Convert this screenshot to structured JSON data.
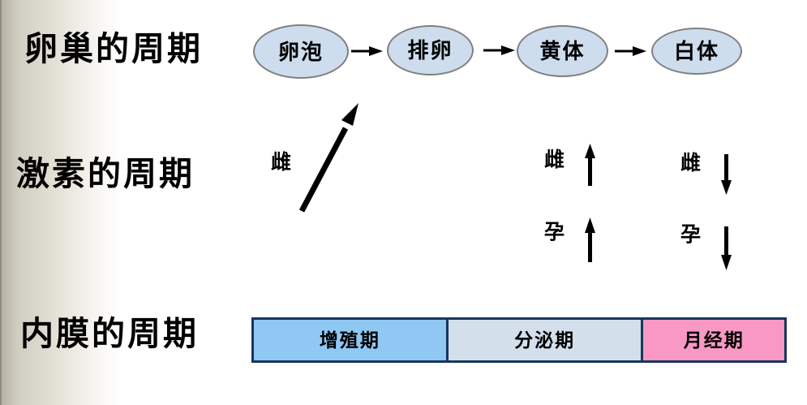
{
  "ovarian": {
    "title": "卵巢的周期",
    "stages": [
      {
        "label": "卵泡"
      },
      {
        "label": "排卵"
      },
      {
        "label": "黄体"
      },
      {
        "label": "白体"
      }
    ]
  },
  "hormone": {
    "title": "激素的周期",
    "rise_label": "雌",
    "indicators": [
      {
        "label": "雌",
        "direction": "up"
      },
      {
        "label": "雌",
        "direction": "down"
      },
      {
        "label": "孕",
        "direction": "up"
      },
      {
        "label": "孕",
        "direction": "down"
      }
    ]
  },
  "endometrium": {
    "title": "内膜的周期",
    "phases": [
      {
        "label": "增殖期",
        "color": "#90c8f4"
      },
      {
        "label": "分泌期",
        "color": "#d3e0ec"
      },
      {
        "label": "月经期",
        "color": "#f998c4"
      }
    ]
  },
  "colors": {
    "ellipse_fill": "#cdddee",
    "ellipse_border": "#808080",
    "bar_border": "#17365d",
    "arrow": "#000000",
    "background_left": "#d0cdc1",
    "background": "#ffffff"
  }
}
